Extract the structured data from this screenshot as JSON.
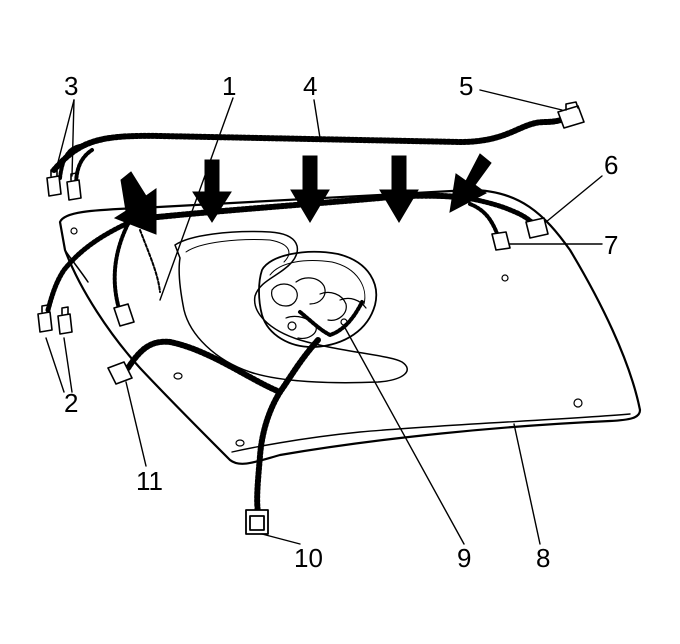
{
  "callouts": {
    "c1": "1",
    "c2": "2",
    "c3": "3",
    "c4": "4",
    "c5": "5",
    "c6": "6",
    "c7": "7",
    "c8": "8",
    "c9": "9",
    "c10": "10",
    "c11": "11"
  },
  "colors": {
    "line": "#000000",
    "background": "#ffffff",
    "arrow": "#000000"
  },
  "icons": {
    "arrow": "install-direction-arrow-icon",
    "connector": "harness-connector-icon"
  }
}
